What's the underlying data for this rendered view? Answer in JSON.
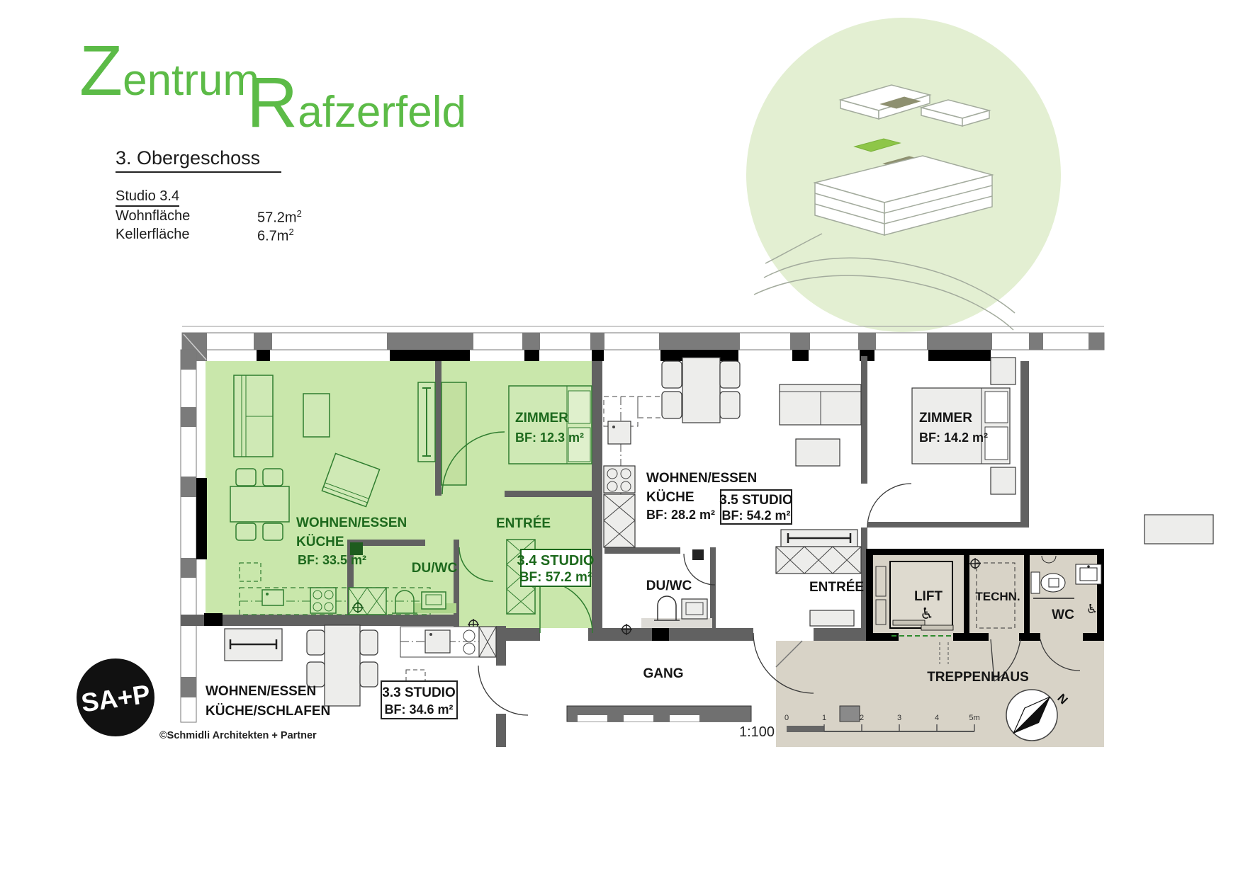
{
  "brand": {
    "z": "Z",
    "entrum": "entrum",
    "r": "R",
    "afzerfeld": "afzerfeld"
  },
  "header": {
    "floor": "3. Obergeschoss",
    "unit": "Studio 3.4",
    "area_rows": [
      {
        "label": "Wohnfläche",
        "value": "57.2m",
        "sup": "2"
      },
      {
        "label": "Kellerfläche",
        "value": "6.7m",
        "sup": "2"
      }
    ]
  },
  "plan": {
    "unit34": {
      "zimmer": "ZIMMER",
      "zimmer_bf": "BF: 12.3 m²",
      "w1": "WOHNEN/ESSEN",
      "w2": "KÜCHE",
      "w_bf": "BF: 33.5 m²",
      "entree": "ENTRÉE",
      "duwc": "DU/WC",
      "tag": "3.4 STUDIO",
      "tag_bf": "BF: 57.2 m²"
    },
    "unit35": {
      "zimmer": "ZIMMER",
      "zimmer_bf": "BF: 14.2 m²",
      "w1": "WOHNEN/ESSEN",
      "w2": "KÜCHE",
      "w_bf": "BF: 28.2 m²",
      "entree": "ENTRÉE",
      "duwc": "DU/WC",
      "tag": "3.5 STUDIO",
      "tag_bf": "BF: 54.2 m²"
    },
    "unit33": {
      "w1": "WOHNEN/ESSEN",
      "w2": "KÜCHE/SCHLAFEN",
      "tag": "3.3 STUDIO",
      "tag_bf": "BF: 34.6 m²"
    },
    "core": {
      "lift": "LIFT",
      "techn": "TECHN.",
      "wc": "WC",
      "treppenhaus": "TREPPENHAUS",
      "gang": "GANG"
    }
  },
  "footer": {
    "firm_logo": "SA+P",
    "copyright": "©Schmidli Architekten + Partner",
    "scale": "1:100",
    "scale_ticks": [
      "0",
      "1",
      "2",
      "3",
      "4",
      "5m"
    ],
    "north": "N"
  },
  "colors": {
    "brand_green": "#5cbb47",
    "unit_fill": "#c9e7ab",
    "unit_text": "#1d691d",
    "circle_fill": "#e3efd2",
    "core_fill": "#d8d3c7"
  }
}
